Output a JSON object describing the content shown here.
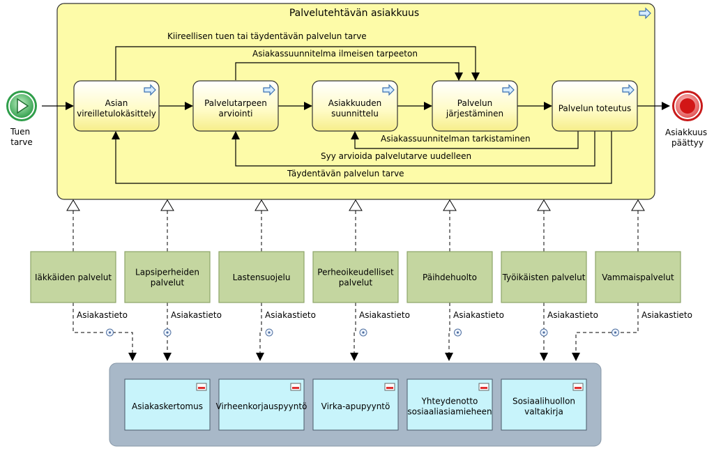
{
  "pool": {
    "title": "Palvelutehtävän asiakkuus"
  },
  "events": {
    "start": [
      "Tuen",
      "tarve"
    ],
    "end": [
      "Asiakkuus",
      "päättyy"
    ]
  },
  "tasks": [
    {
      "id": "asian",
      "lines": [
        "Asian",
        "vireilletulokäsittely"
      ]
    },
    {
      "id": "arviointi",
      "lines": [
        "Palvelutarpeen",
        "arviointi"
      ]
    },
    {
      "id": "suunnittelu",
      "lines": [
        "Asiakkuuden",
        "suunnittelu"
      ]
    },
    {
      "id": "jarjestaminen",
      "lines": [
        "Palvelun",
        "järjestäminen"
      ]
    },
    {
      "id": "toteutus",
      "lines": [
        "Palvelun toteutus"
      ]
    }
  ],
  "flows": {
    "kiireellisen": "Kiireellisen tuen tai täydentävän palvelun tarve",
    "ilmeisen": "Asiakassuunnitelma ilmeisen tarpeeton",
    "tarkistaminen": "Asiakassuunnitelman tarkistaminen",
    "syy": "Syy arvioida palvelutarve uudelleen",
    "taydentavan": "Täydentävän palvelun tarve"
  },
  "services": [
    {
      "id": "iakkaiden",
      "lines": [
        "Iäkkäiden palvelut"
      ]
    },
    {
      "id": "lapsiperheiden",
      "lines": [
        "Lapsiperheiden",
        "palvelut"
      ]
    },
    {
      "id": "lastensuojelu",
      "lines": [
        "Lastensuojelu"
      ]
    },
    {
      "id": "perheoikeudelliset",
      "lines": [
        "Perheoikeudelliset",
        "palvelut"
      ]
    },
    {
      "id": "paihdehuolto",
      "lines": [
        "Päihdehuolto"
      ]
    },
    {
      "id": "tyoikaisten",
      "lines": [
        "Työikäisten palvelut"
      ]
    },
    {
      "id": "vammais",
      "lines": [
        "Vammaispalvelut"
      ]
    }
  ],
  "association_label": "Asiakastieto",
  "documents": [
    {
      "id": "asiakaskertomus",
      "lines": [
        "Asiakaskertomus"
      ]
    },
    {
      "id": "virheenkorjaus",
      "lines": [
        "Virheenkorjauspyyntö"
      ]
    },
    {
      "id": "virka-apu",
      "lines": [
        "Virka-apupyyntö"
      ]
    },
    {
      "id": "yhteydenotto",
      "lines": [
        "Yhteydenotto",
        "sosiaaliasiamieheen"
      ]
    },
    {
      "id": "valtakirja",
      "lines": [
        "Sosiaalihuollon",
        "valtakirja"
      ]
    }
  ],
  "colors": {
    "pool_fill": "#fdfba8",
    "task_fill": "#fffcc0",
    "service_fill": "#c4d6a0",
    "service_border": "#8da468",
    "doc_group_fill": "#a8b8c8",
    "doc_fill": "#c8f4fb",
    "start_fill": "#2f9e4a",
    "end_fill": "#c81a1a"
  }
}
